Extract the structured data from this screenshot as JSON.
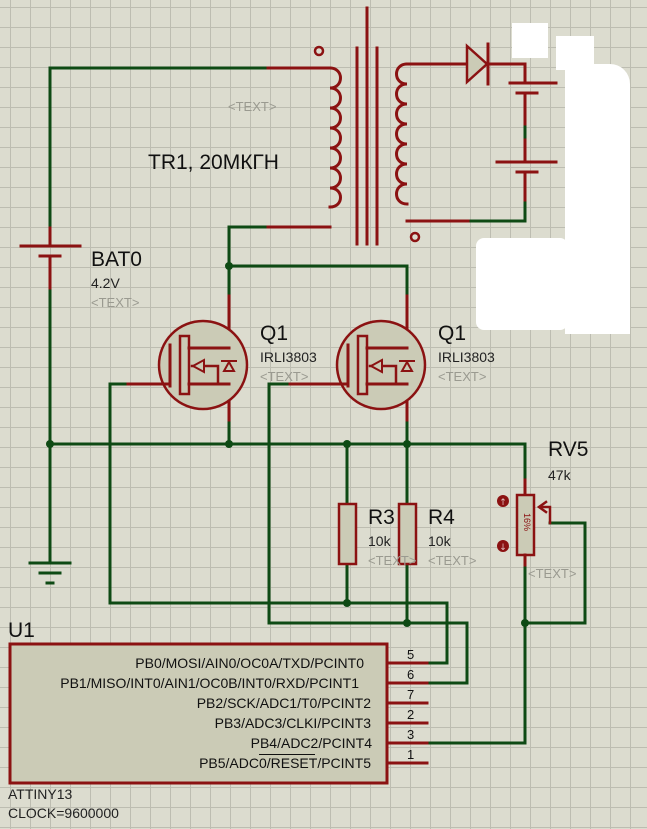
{
  "colors": {
    "wire": "#0e4a14",
    "component": "#8b1212",
    "body_fill": "#cbcbb6",
    "grid": "#bdbdb1",
    "background": "#dcdccf"
  },
  "components": {
    "transformer": {
      "ref": "TR1, 20МКГН",
      "text_placeholder": "<TEXT>"
    },
    "battery": {
      "ref": "BAT0",
      "value": "4.2V",
      "text_placeholder": "<TEXT>"
    },
    "mosfet_left": {
      "ref": "Q1",
      "value": "IRLI3803",
      "text_placeholder": "<TEXT>"
    },
    "mosfet_right": {
      "ref": "Q1",
      "value": "IRLI3803",
      "text_placeholder": "<TEXT>"
    },
    "r3": {
      "ref": "R3",
      "value": "10k",
      "text_placeholder": "<TEXT>"
    },
    "r4": {
      "ref": "R4",
      "value": "10k",
      "text_placeholder": "<TEXT>"
    },
    "rv5": {
      "ref": "RV5",
      "value": "47k",
      "wiper_position": "16%",
      "text_placeholder": "<TEXT>",
      "increment_icon": "arrow-up",
      "decrement_icon": "arrow-down"
    },
    "u1": {
      "ref": "U1",
      "part": "ATTINY13",
      "clock": "CLOCK=9600000",
      "pins": [
        {
          "name": "PB0/MOSI/AIN0/OC0A/TXD/PCINT0",
          "number": "5"
        },
        {
          "name": "PB1/MISO/INT0/AIN1/OC0B/INT0/RXD/PCINT1",
          "number": "6"
        },
        {
          "name": "PB2/SCK/ADC1/T0/PCINT2",
          "number": "7"
        },
        {
          "name": "PB3/ADC3/CLKI/PCINT3",
          "number": "2"
        },
        {
          "name": "PB4/ADC2/PCINT4",
          "number": "3"
        },
        {
          "name": "PB5/ADC0/RESET/PCINT5",
          "number": "1"
        }
      ]
    }
  }
}
